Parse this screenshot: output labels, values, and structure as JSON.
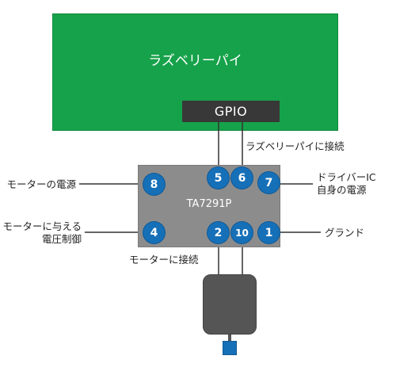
{
  "board": {
    "label": "ラズベリーパイ",
    "header_label": "GPIO"
  },
  "ic": {
    "label": "TA7291P"
  },
  "pins": {
    "p8": "8",
    "p5": "5",
    "p6": "6",
    "p7": "7",
    "p4": "4",
    "p2": "2",
    "p10": "10",
    "p1": "1"
  },
  "labels": {
    "raspi_connect": "ラズベリーパイに接続",
    "motor_power": "モーターの電源",
    "driver_power_line1": "ドライバーIC",
    "driver_power_line2": "自身の電源",
    "motor_voltage_line1": "モーターに与える",
    "motor_voltage_line2": "電圧制御",
    "ground": "グランド",
    "motor_connect": "モーターに接続"
  },
  "colors": {
    "board": "#16a24a",
    "gpio": "#383838",
    "ic": "#8c8c8c",
    "pin": "#1670b8",
    "motor": "#555555"
  }
}
